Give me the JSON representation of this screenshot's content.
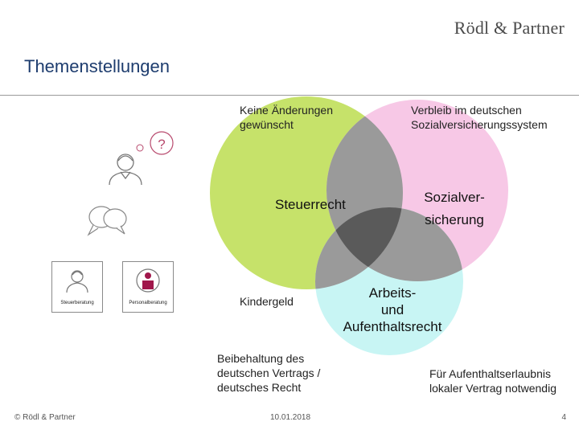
{
  "header": {
    "logo_text": "Rödl & Partner",
    "title": "Themenstellungen"
  },
  "diagram": {
    "label_top_left": [
      "Keine Änderungen",
      "gewünscht"
    ],
    "label_top_right": [
      "Verbleib im deutschen",
      "Sozialversicherungssystem"
    ],
    "circle_left_label": "Steuerrecht",
    "circle_right_label": [
      "Sozialver-",
      "sicherung"
    ],
    "circle_bottom_label": [
      "Arbeits-",
      "und",
      "Aufenthaltsrecht"
    ],
    "label_kindergeld": "Kindergeld",
    "label_bottom_left": [
      "Beibehaltung des",
      "deutschen Vertrags /",
      "deutsches Recht"
    ],
    "label_bottom_right": [
      "Für Aufenthaltserlaubnis",
      "lokaler Vertrag notwendig"
    ],
    "colors": {
      "left_circle": "#c6e26a",
      "right_circle": "#f7c8e6",
      "bottom_circle": "#c8f5f4",
      "overlap": "#9a9a9a",
      "center": "#5a5a5a"
    }
  },
  "illustration": {
    "question_mark": "?",
    "card_left_label": "Steuerberatung",
    "card_right_label": "Personalberatung",
    "icons": [
      "person-icon",
      "speech-bubbles-icon",
      "question-bubble-icon"
    ]
  },
  "footer": {
    "copyright": "© Rödl & Partner",
    "date": "10.01.2018",
    "page": "4"
  }
}
